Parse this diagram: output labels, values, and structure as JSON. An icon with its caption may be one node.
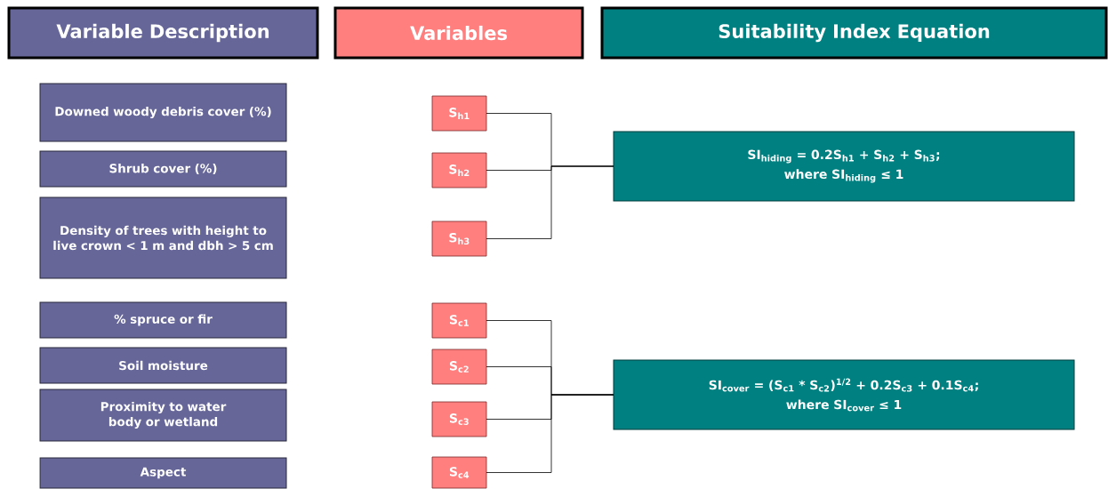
{
  "diagram": {
    "nodes": [
      {
        "text": [
          "Variable Description"
        ]
      },
      {
        "text": [
          "Variables"
        ]
      },
      {
        "text": [
          "Suitability Index Equation"
        ]
      },
      {
        "text": [
          "Downed woody debris cover (%)"
        ]
      },
      {
        "text": [
          "Shrub cover (%)"
        ]
      },
      {
        "text": [
          "Density of trees with height to live crown < 1 m and dbh > 5 cm"
        ]
      },
      {
        "text": [
          "% spruce or fir"
        ]
      },
      {
        "text": [
          "Soil moisture"
        ]
      },
      {
        "text": [
          "Proximity to water body or wetland"
        ]
      },
      {
        "text": [
          "Aspect"
        ]
      },
      {
        "text": [
          "S$_{h1}$"
        ]
      },
      {
        "text": [
          "S$_{h2}$"
        ]
      },
      {
        "text": [
          "S$_{h3}$"
        ]
      },
      {
        "text": [
          "S$_{c1}$"
        ]
      },
      {
        "text": [
          "S$_{c2}$"
        ]
      },
      {
        "text": [
          "S$_{c3}$"
        ]
      },
      {
        "text": [
          "S$_{c4}$"
        ]
      },
      {
        "text": [
          "SI$_{hiding}$ = 0.2S$_{h1}$ + S$_{h2}$ + S$_{h3}$;",
          "where SI$_{hiding}$ ≤ 1"
        ]
      },
      {
        "text": [
          "SI$_{cover}$ = (S$_{c1}$ * S$_{c2}$)$^{1/2}$ + 0.2S$_{c3}$ + 0.1S$_{c4}$;",
          "where SI$_{cover}$ ≤ 1"
        ]
      }
    ],
    "edges": [
      {
        "from": 10,
        "to": 17,
        "arrow": "none"
      },
      {
        "from": 11,
        "to": 17,
        "arrow": "none"
      },
      {
        "from": 12,
        "to": 17,
        "arrow": "none"
      },
      {
        "from": 13,
        "to": 18,
        "arrow": "none"
      },
      {
        "from": 14,
        "to": 18,
        "arrow": "none"
      },
      {
        "from": 15,
        "to": 18,
        "arrow": "none"
      },
      {
        "from": 16,
        "to": 18,
        "arrow": "none"
      }
    ]
  }
}
